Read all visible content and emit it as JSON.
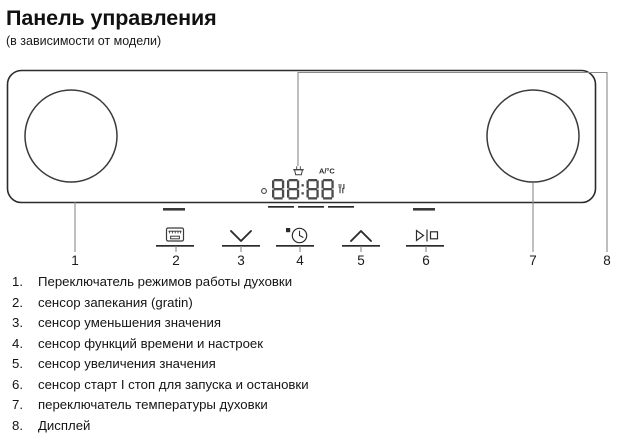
{
  "heading": {
    "title": "Панель управления",
    "subtitle": "(в зависимости от модели)"
  },
  "panel": {
    "callout_numbers": [
      "1",
      "2",
      "3",
      "4",
      "5",
      "6",
      "7",
      "8"
    ],
    "controls": [
      {
        "ref": "1",
        "name": "oven-function-knob",
        "type": "knob"
      },
      {
        "ref": "2",
        "name": "gratin-sensor",
        "type": "touch-sensor",
        "icon": "gratin-oven-icon"
      },
      {
        "ref": "3",
        "name": "decrease-value-sensor",
        "type": "touch-sensor",
        "icon": "chevron-down-icon"
      },
      {
        "ref": "4",
        "name": "time-functions-sensor",
        "type": "touch-sensor",
        "icon": "clock-icon"
      },
      {
        "ref": "5",
        "name": "increase-value-sensor",
        "type": "touch-sensor",
        "icon": "chevron-up-icon"
      },
      {
        "ref": "6",
        "name": "start-stop-sensor",
        "type": "touch-sensor",
        "icon": "play-stop-icon"
      },
      {
        "ref": "7",
        "name": "oven-temperature-knob",
        "type": "knob"
      },
      {
        "ref": "8",
        "name": "display",
        "type": "display"
      }
    ],
    "display": {
      "digits": "88:88",
      "unit_label": "A/°C",
      "icons": [
        "pot-icon",
        "cutlery-icon",
        "indicator-dot-icon"
      ],
      "segment_bars": 3
    }
  },
  "legend": {
    "items": [
      {
        "num": "1.",
        "text": "Переключатель режимов работы духовки"
      },
      {
        "num": "2.",
        "text": "сенсор запекания (gratin)"
      },
      {
        "num": "3.",
        "text": "сенсор уменьшения значения"
      },
      {
        "num": "4.",
        "text": "сенсор функций времени и настроек"
      },
      {
        "num": "5.",
        "text": "сенсор увеличения значения"
      },
      {
        "num": "6.",
        "text": "сенсор старт I стоп для запуска и остановки"
      },
      {
        "num": "7.",
        "text": "переключатель температуры духовки"
      },
      {
        "num": "8.",
        "text": "Дисплей"
      }
    ]
  },
  "colors": {
    "ink": "#1a1a1a",
    "outline": "#2b2b2b",
    "leader": "#8a8a8a",
    "segment": "#4a4a4a"
  }
}
